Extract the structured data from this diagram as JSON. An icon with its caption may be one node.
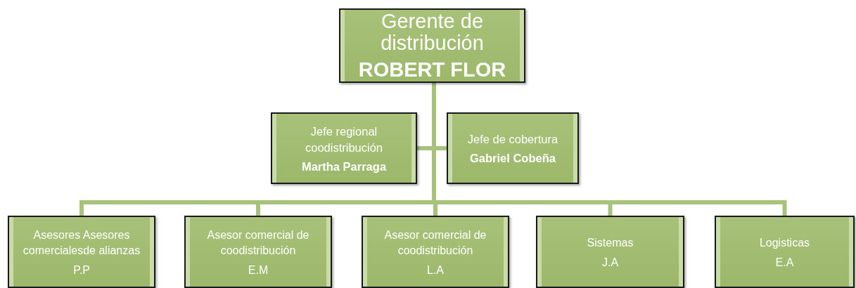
{
  "diagram": {
    "nodes": [
      {
        "text": [
          "Gerente de distribución",
          "ROBERT FLOR"
        ]
      },
      {
        "text": [
          "Jefe regional coodistribución",
          "Martha Parraga"
        ]
      },
      {
        "text": [
          "Jefe de cobertura",
          "Gabriel Cobeña"
        ]
      },
      {
        "text": [
          "Asesores Asesores comercialesde alianzas",
          "P.P"
        ]
      },
      {
        "text": [
          "Asesor comercial de coodistribución",
          "E.M"
        ]
      },
      {
        "text": [
          "Asesor comercial de coodistribución",
          "L.A"
        ]
      },
      {
        "text": [
          "Sistemas",
          "J.A"
        ]
      },
      {
        "text": [
          "Logisticas",
          "E.A"
        ]
      }
    ],
    "edges": [
      {
        "from": 0,
        "to": 1,
        "arrow": "none"
      },
      {
        "from": 0,
        "to": 2,
        "arrow": "none"
      },
      {
        "from": 0,
        "to": 3,
        "arrow": "none"
      },
      {
        "from": 0,
        "to": 4,
        "arrow": "none"
      },
      {
        "from": 0,
        "to": 5,
        "arrow": "none"
      },
      {
        "from": 0,
        "to": 6,
        "arrow": "none"
      },
      {
        "from": 0,
        "to": 7,
        "arrow": "none"
      }
    ]
  }
}
